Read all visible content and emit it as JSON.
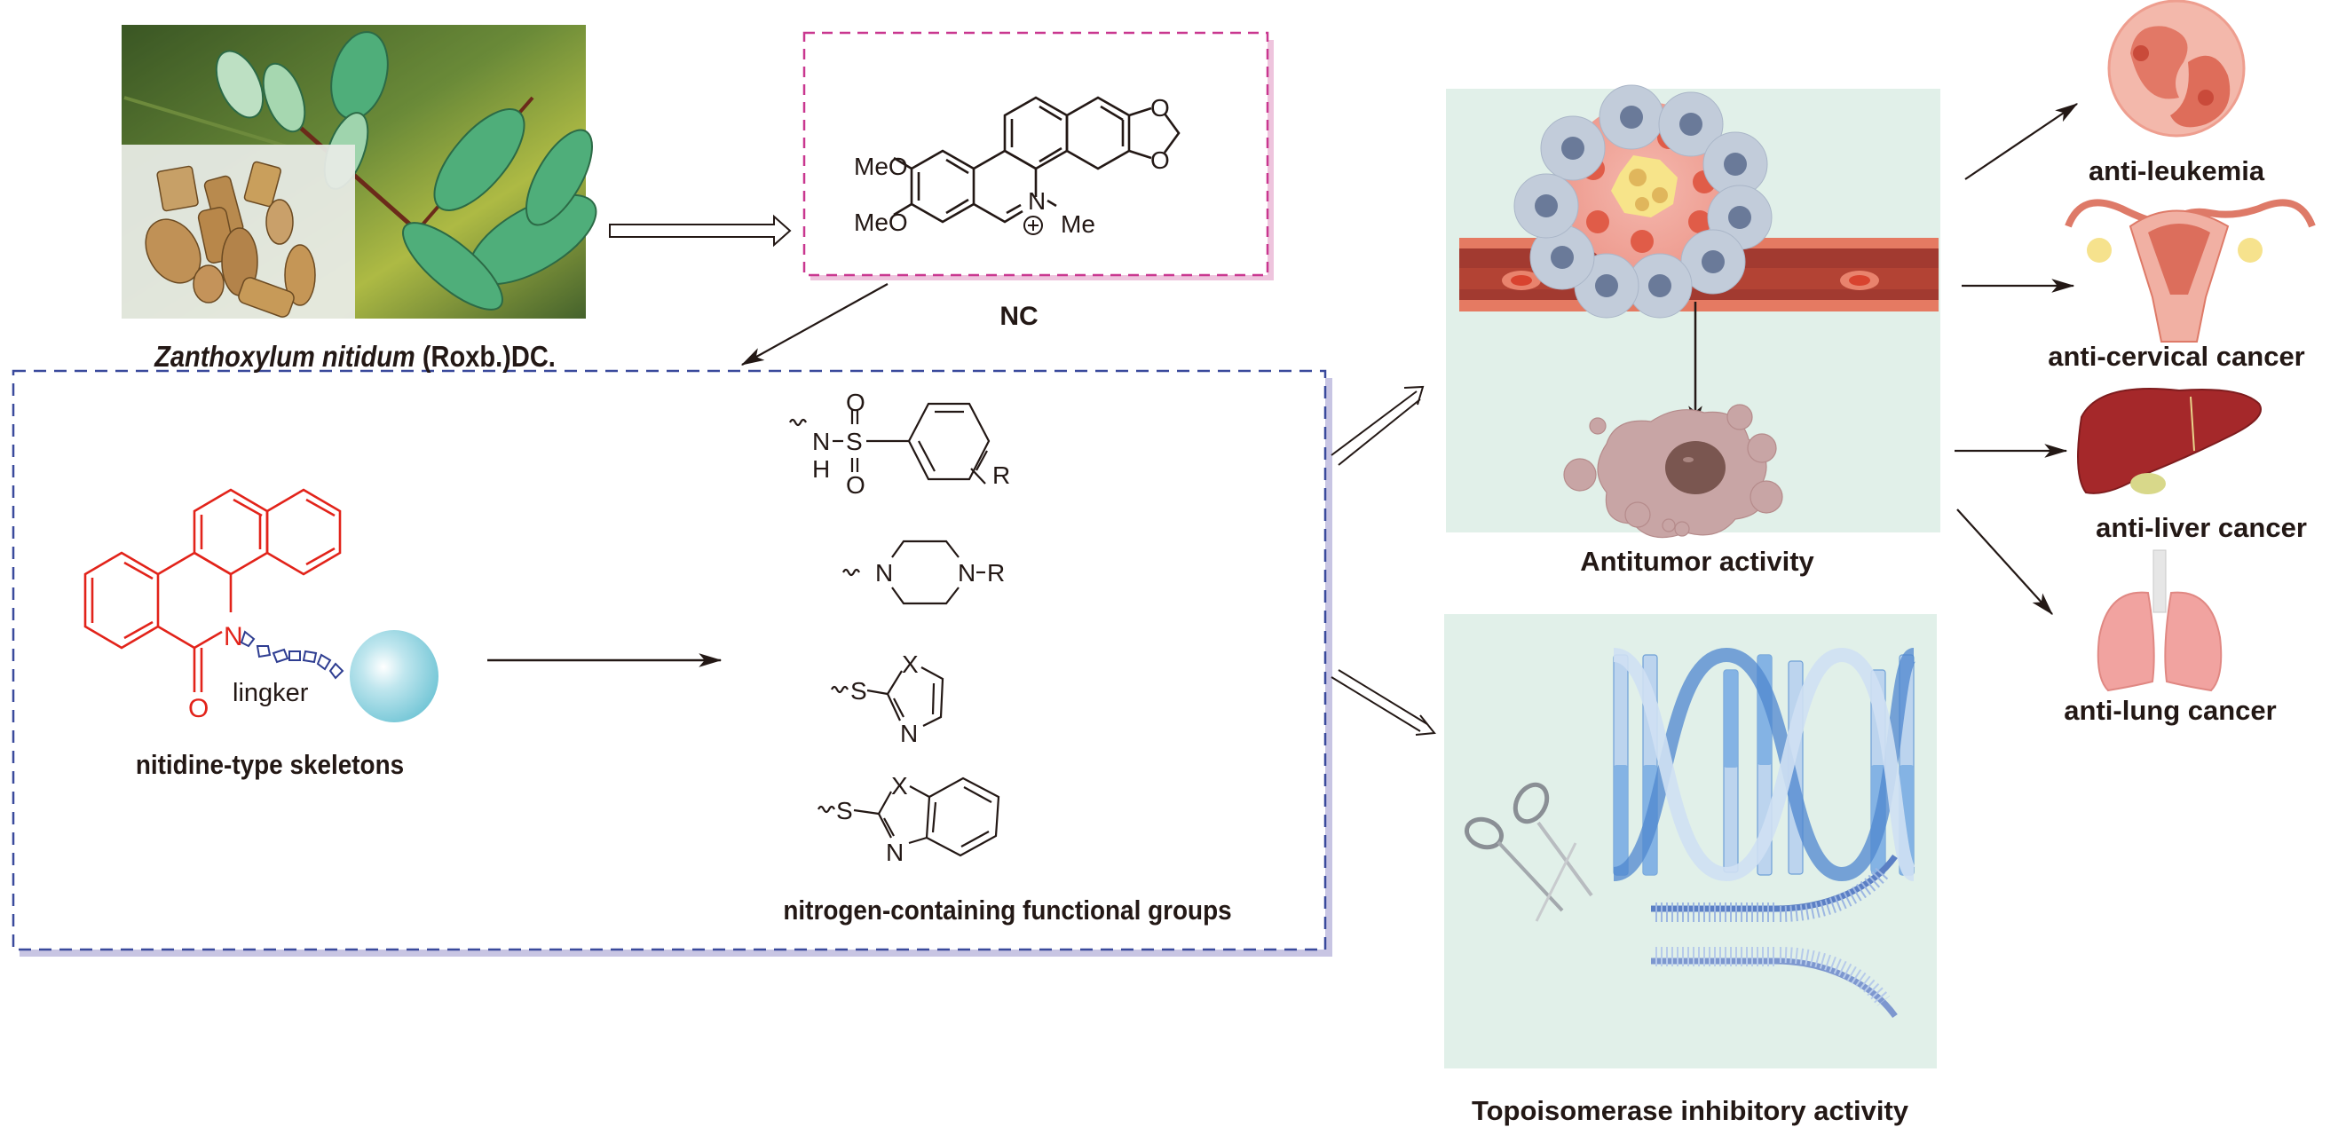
{
  "source": {
    "species_italic": "Zanthoxylum nitidum",
    "species_authority": " (Roxb.)DC.",
    "image_alt": "plant photo with dried root pieces"
  },
  "nc": {
    "label": "NC",
    "substituents": {
      "meo_top": "MeO",
      "meo_bottom": "MeO",
      "nitrogen": "N",
      "charge": "+",
      "methyl": "Me",
      "o_top": "O",
      "o_bottom": "O"
    }
  },
  "design": {
    "skeleton_label": "nitidine-type skeletons",
    "linker_label": "lingker",
    "skeleton_atoms": {
      "n": "N",
      "o": "O"
    },
    "groups_label": "nitrogen-containing functional groups",
    "groups": [
      {
        "name": "sulfonamide",
        "atoms": [
          "N",
          "H",
          "S",
          "O",
          "O",
          "R"
        ]
      },
      {
        "name": "piperazine",
        "atoms": [
          "N",
          "N",
          "R"
        ]
      },
      {
        "name": "thiazole",
        "atoms": [
          "S",
          "X",
          "N"
        ]
      },
      {
        "name": "benzothiazole",
        "atoms": [
          "S",
          "X",
          "N"
        ]
      }
    ]
  },
  "activities": {
    "antitumor": "Antitumor activity",
    "topoisomerase": "Topoisomerase inhibitory activity"
  },
  "targets": [
    {
      "label": "anti-leukemia",
      "icon": "blood-cell-icon"
    },
    {
      "label": "anti-cervical cancer",
      "icon": "uterus-icon"
    },
    {
      "label": "anti-liver cancer",
      "icon": "liver-icon"
    },
    {
      "label": "anti-lung cancer",
      "icon": "lungs-icon"
    }
  ],
  "colors": {
    "nc_box": "#c9378f",
    "nc_shadow": "#eec4dd",
    "design_box": "#3a4a9c",
    "design_shadow": "#c8c5e3",
    "skeleton": "#e2231a",
    "linker": "#2e3d91",
    "panel_bg": "#e1f0e9",
    "text": "#231815"
  }
}
